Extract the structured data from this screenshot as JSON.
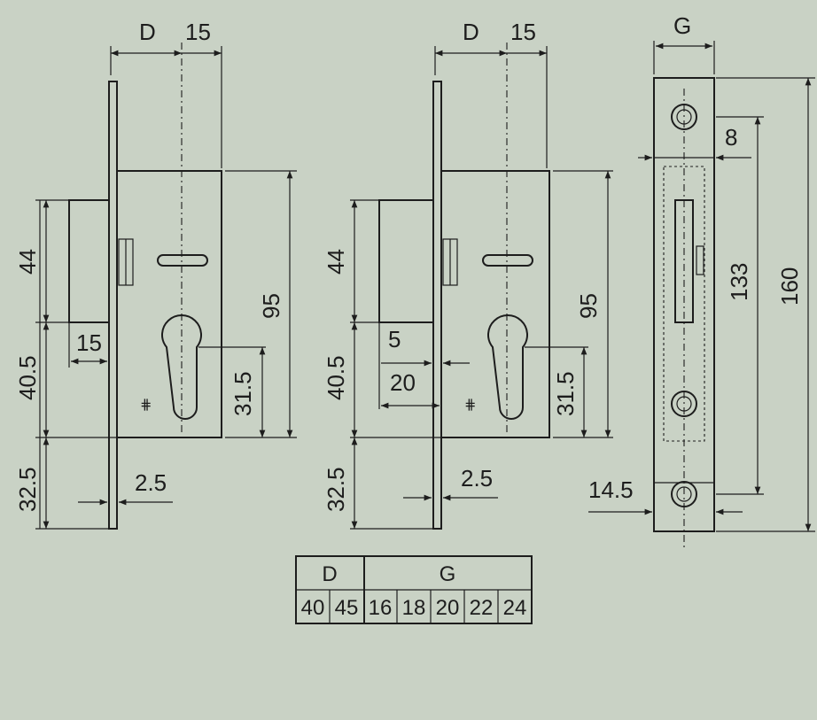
{
  "colors": {
    "background": "#c9d2c5",
    "ink": "#1d1d1d"
  },
  "dims": {
    "D": "D",
    "d15": "15",
    "d44": "44",
    "d40_5": "40.5",
    "d32_5": "32.5",
    "d95": "95",
    "d31_5": "31.5",
    "d2_5": "2.5",
    "d5": "5",
    "d20": "20",
    "G": "G",
    "d8": "8",
    "d133": "133",
    "d160": "160",
    "d14_5": "14.5"
  },
  "table": {
    "headers": [
      "D",
      "G"
    ],
    "d_values": [
      "40",
      "45"
    ],
    "g_values": [
      "16",
      "18",
      "20",
      "22",
      "24"
    ]
  }
}
